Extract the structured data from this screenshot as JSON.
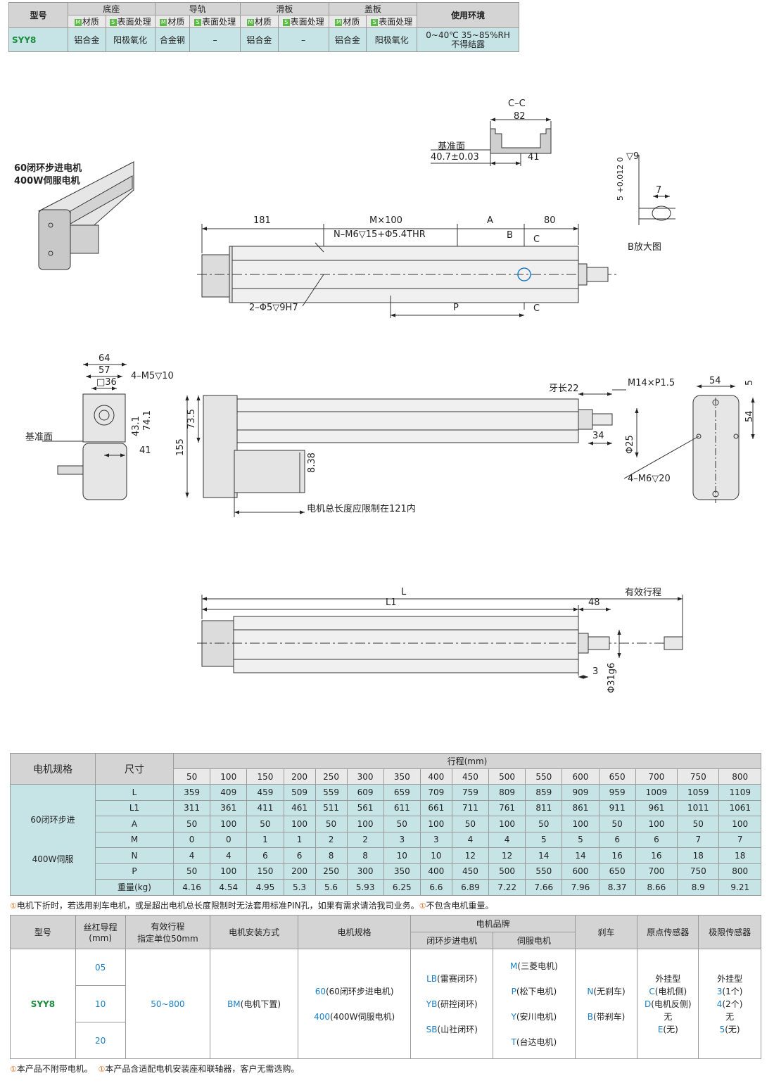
{
  "top_table": {
    "headers": {
      "model": "型号",
      "base": "底座",
      "rail": "导轨",
      "slider": "滑板",
      "cover": "盖板",
      "env": "使用环境"
    },
    "sub": {
      "m": "M",
      "s": "S",
      "material": "材质",
      "surface": "表面处理"
    },
    "row": {
      "model": "SYY8",
      "base_mat": "铝合金",
      "base_surf": "阳极氧化",
      "rail_mat": "合金钢",
      "rail_surf": "–",
      "slider_mat": "铝合金",
      "slider_surf": "–",
      "cover_mat": "铝合金",
      "cover_surf": "阳极氧化",
      "env_line1": "0~40℃ 35~85%RH",
      "env_line2": "不得结露"
    }
  },
  "drawing": {
    "motor_label_1": "60闭环步进电机",
    "motor_label_2": "400W伺服电机",
    "cc": "C–C",
    "d82": "82",
    "datum": "基准面",
    "d407": "40.7±0.03",
    "d41": "41",
    "tol": "5 +0.012 0",
    "d9": "▽9",
    "d7": "7",
    "b_detail": "B放大图",
    "d181": "181",
    "m100": "M×100",
    "a": "A",
    "d80": "80",
    "b": "B",
    "c": "C",
    "holes": "N–M6▽15+Φ5.4THR",
    "pins": "2–Φ5▽9H7",
    "p": "P",
    "d64": "64",
    "d57": "57",
    "d36": "□36",
    "m5": "4–M5▽10",
    "d735": "73.5",
    "d155": "155",
    "d741": "74.1",
    "d431": "43.1",
    "d838": "8.38",
    "thread": "牙长22",
    "m14": "M14×P1.5",
    "d34": "34",
    "d25": "Φ25",
    "limit": "电机总长度应限制在121内",
    "d54": "54",
    "d5": "5",
    "d54b": "54",
    "m6": "4–M6▽20",
    "L": "L",
    "L1": "L1",
    "d48": "48",
    "stroke": "有效行程",
    "d3": "3",
    "d31": "Φ31g6"
  },
  "spec_table": {
    "col_motor": "电机规格",
    "col_size": "尺寸",
    "col_stroke": "行程(mm)",
    "strokes": [
      "50",
      "100",
      "150",
      "200",
      "250",
      "300",
      "350",
      "400",
      "450",
      "500",
      "550",
      "600",
      "650",
      "700",
      "750",
      "800"
    ],
    "motor1": "60闭环步进",
    "motor2": "400W伺服",
    "rows": [
      {
        "name": "L",
        "values": [
          "359",
          "409",
          "459",
          "509",
          "559",
          "609",
          "659",
          "709",
          "759",
          "809",
          "859",
          "909",
          "959",
          "1009",
          "1059",
          "1109"
        ]
      },
      {
        "name": "L1",
        "values": [
          "311",
          "361",
          "411",
          "461",
          "511",
          "561",
          "611",
          "661",
          "711",
          "761",
          "811",
          "861",
          "911",
          "961",
          "1011",
          "1061"
        ]
      },
      {
        "name": "A",
        "values": [
          "50",
          "100",
          "50",
          "100",
          "50",
          "100",
          "50",
          "100",
          "50",
          "100",
          "50",
          "100",
          "50",
          "100",
          "50",
          "100"
        ]
      },
      {
        "name": "M",
        "values": [
          "0",
          "0",
          "1",
          "1",
          "2",
          "2",
          "3",
          "3",
          "4",
          "4",
          "5",
          "5",
          "6",
          "6",
          "7",
          "7"
        ]
      },
      {
        "name": "N",
        "values": [
          "4",
          "4",
          "6",
          "6",
          "8",
          "8",
          "10",
          "10",
          "12",
          "12",
          "14",
          "14",
          "16",
          "16",
          "18",
          "18"
        ]
      },
      {
        "name": "P",
        "values": [
          "50",
          "100",
          "150",
          "200",
          "250",
          "300",
          "350",
          "400",
          "450",
          "500",
          "550",
          "600",
          "650",
          "700",
          "750",
          "800"
        ]
      },
      {
        "name": "重量(kg)",
        "values": [
          "4.16",
          "4.54",
          "4.95",
          "5.3",
          "5.6",
          "5.93",
          "6.25",
          "6.6",
          "6.89",
          "7.22",
          "7.66",
          "7.96",
          "8.37",
          "8.66",
          "8.9",
          "9.21"
        ]
      }
    ],
    "note": "电机下折时，若选用刹车电机，或是超出电机总长度限制时无法套用标准PIN孔，如果有需求请洽我司业务。",
    "note2": "不包含电机重量。"
  },
  "order_table": {
    "h_model": "型号",
    "h_lead": "丝杠导程",
    "h_lead2": "(mm)",
    "h_stroke": "有效行程",
    "h_stroke2": "指定单位50mm",
    "h_mount": "电机安装方式",
    "h_spec": "电机规格",
    "h_brand": "电机品牌",
    "h_step": "闭环步进电机",
    "h_servo": "伺服电机",
    "h_brake": "刹车",
    "h_origin": "原点传感器",
    "h_limit": "极限传感器",
    "model": "SYY8",
    "leads": [
      "05",
      "10",
      "20"
    ],
    "stroke": "50~800",
    "mount_code": "BM",
    "mount_text": "(电机下置)",
    "spec1_code": "60",
    "spec1_text": "(60闭环步进电机)",
    "spec2_code": "400",
    "spec2_text": "(400W伺服电机)",
    "step": [
      {
        "code": "LB",
        "text": "(雷赛闭环)"
      },
      {
        "code": "YB",
        "text": "(研控闭环)"
      },
      {
        "code": "SB",
        "text": "(山社闭环)"
      }
    ],
    "servo": [
      {
        "code": "M",
        "text": "(三菱电机)"
      },
      {
        "code": "P",
        "text": "(松下电机)"
      },
      {
        "code": "Y",
        "text": "(安川电机)"
      },
      {
        "code": "T",
        "text": "(台达电机)"
      }
    ],
    "brake": [
      {
        "code": "N",
        "text": "(无刹车)"
      },
      {
        "code": "B",
        "text": "(带刹车)"
      }
    ],
    "origin": {
      "title": "外挂型",
      "c_code": "C",
      "c_text": "(电机侧)",
      "d_code": "D",
      "d_text": "(电机反侧)",
      "none": "无",
      "e_code": "E",
      "e_text": "(无)"
    },
    "limit": {
      "title": "外挂型",
      "a_code": "3",
      "a_text": "(1个)",
      "b_code": "4",
      "b_text": "(2个)",
      "none": "无",
      "c_code": "5",
      "c_text": "(无)"
    },
    "note1": "本产品不附带电机。",
    "note2": "本产品含适配电机安装座和联轴器，客户无需选购。"
  }
}
